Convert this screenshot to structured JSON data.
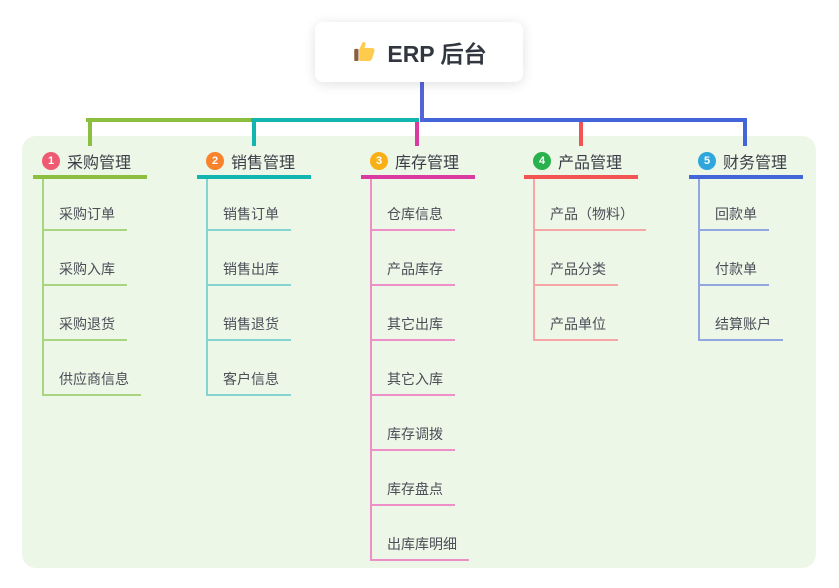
{
  "root": {
    "label": "ERP 后台",
    "icon": "thumbs-up-icon"
  },
  "canvas": {
    "background": "#ffffff",
    "panel_background": "#ECF7E8"
  },
  "root_connector_color": "#5464D8",
  "branches": [
    {
      "badge": "1",
      "badge_color": "#EF5A73",
      "title": "采购管理",
      "line_color": "#8CBF3F",
      "child_line_color": "#A9D580",
      "children": [
        "采购订单",
        "采购入库",
        "采购退货",
        "供应商信息"
      ]
    },
    {
      "badge": "2",
      "badge_color": "#F8832C",
      "title": "销售管理",
      "line_color": "#13B5B1",
      "child_line_color": "#85D4D1",
      "children": [
        "销售订单",
        "销售出库",
        "销售退货",
        "客户信息"
      ]
    },
    {
      "badge": "3",
      "badge_color": "#F9B017",
      "title": "库存管理",
      "line_color": "#D93BA0",
      "child_line_color": "#EE90C8",
      "children": [
        "仓库信息",
        "产品库存",
        "其它出库",
        "其它入库",
        "库存调拨",
        "库存盘点",
        "出库库明细"
      ]
    },
    {
      "badge": "4",
      "badge_color": "#28B14C",
      "title": "产品管理",
      "line_color": "#F25353",
      "child_line_color": "#F6A6A6",
      "children": [
        "产品（物料）",
        "产品分类",
        "产品单位"
      ]
    },
    {
      "badge": "5",
      "badge_color": "#2FA6DC",
      "title": "财务管理",
      "line_color": "#4365D9",
      "child_line_color": "#92A7E2",
      "children": [
        "回款单",
        "付款单",
        "结算账户"
      ]
    }
  ]
}
